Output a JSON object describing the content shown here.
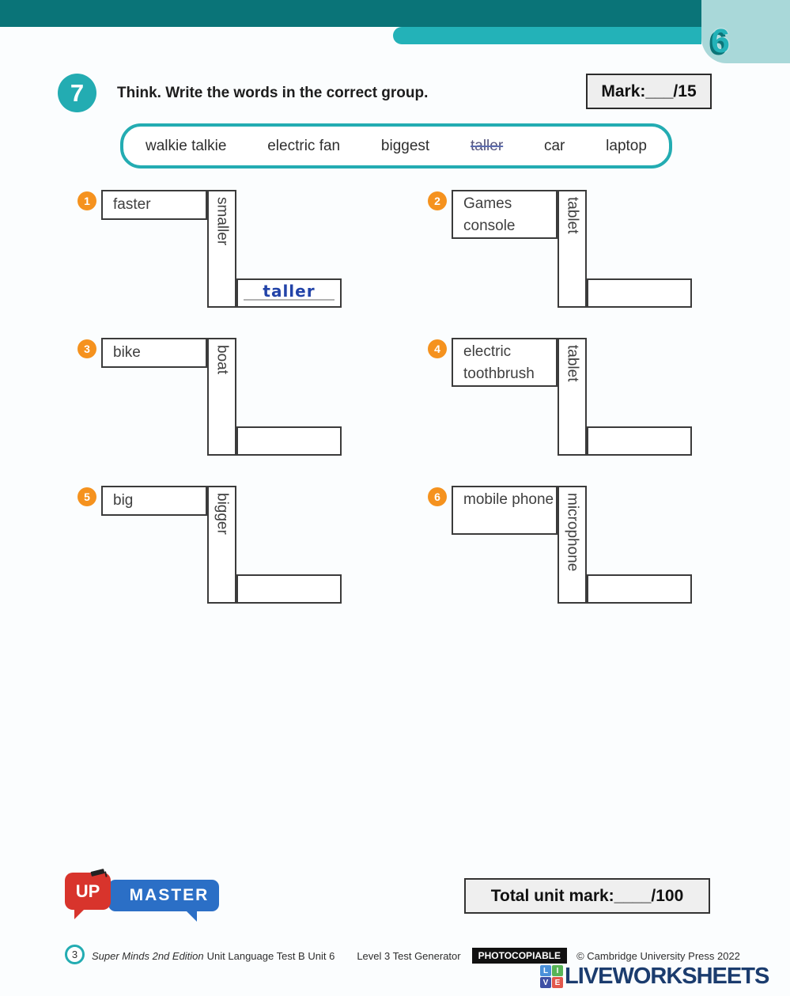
{
  "header": {
    "unit_number": "6"
  },
  "question": {
    "number": "7",
    "instruction": "Think. Write the words in the correct group.",
    "mark_label": "Mark:___/15"
  },
  "word_bank": {
    "words": [
      "walkie talkie",
      "electric fan",
      "biggest",
      "taller",
      "car",
      "laptop"
    ],
    "struck_word": "taller"
  },
  "exercises": [
    {
      "number": "1",
      "word": "faster",
      "category": "smaller",
      "answer": "taller"
    },
    {
      "number": "2",
      "word": "Games console",
      "category": "tablet",
      "answer": ""
    },
    {
      "number": "3",
      "word": "bike",
      "category": "boat",
      "answer": ""
    },
    {
      "number": "4",
      "word": "electric toothbrush",
      "category": "tablet",
      "answer": ""
    },
    {
      "number": "5",
      "word": "big",
      "category": "bigger",
      "answer": ""
    },
    {
      "number": "6",
      "word": "mobile phone",
      "category": "microphone",
      "answer": ""
    }
  ],
  "totals": {
    "total_mark_label": "Total unit mark:____/100"
  },
  "branding": {
    "up_label": "UP",
    "master_label": "MASTER"
  },
  "footer": {
    "page_number": "3",
    "series_title": "Super Minds 2nd Edition",
    "doc_title": "Unit Language Test B Unit 6",
    "generator": "Level 3 Test Generator",
    "photocopiable": "PHOTOCOPIABLE",
    "copyright": "© Cambridge University Press 2022",
    "liveworksheets": {
      "grid_letters": [
        "L",
        "I",
        "V",
        "E"
      ],
      "wordmark": "LIVEWORKSHEETS"
    }
  },
  "colors": {
    "teal_dark": "#0a7478",
    "teal": "#23acb2",
    "teal_pale": "#a9d8d9",
    "orange": "#f5921e",
    "answer_blue": "#2243a8",
    "logo_red": "#d8342c",
    "logo_blue": "#2b6fc6",
    "lw_navy": "#1b3c6e"
  }
}
